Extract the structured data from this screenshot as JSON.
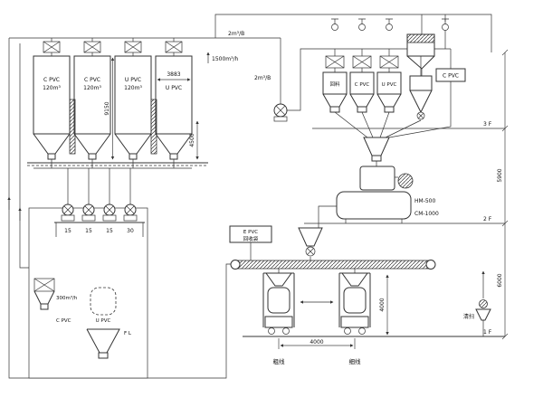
{
  "diagram": {
    "silos": [
      {
        "name": "C PVC",
        "capacity": "120m³"
      },
      {
        "name": "C PVC",
        "capacity": "120m³"
      },
      {
        "name": "U PVC",
        "capacity": "120m³"
      },
      {
        "name": "U PVC",
        "capacity": ""
      }
    ],
    "day_bins": [
      {
        "label": "回料"
      },
      {
        "label": "C PVC"
      },
      {
        "label": "U PVC"
      }
    ],
    "cpvc_box_label": "C PVC",
    "hot_mixer_label": "HM-500",
    "cool_mixer_label": "CM-1000",
    "recycle_box": {
      "line1": "E PVC",
      "line2": "回收袋"
    },
    "cleaning_label": "清扫",
    "left_unit": {
      "cpvc": "C PVC",
      "upvc": "U PVC",
      "fl": "F L",
      "flow": "300m³/h"
    },
    "flow_labels": {
      "header": "2m³/B",
      "branch": "2m³/B",
      "vent": "1500m³/h"
    },
    "blower_ratings": [
      "15",
      "15",
      "15",
      "30"
    ],
    "dims": {
      "silo_width": "3883",
      "silo_height": "9150",
      "cone_height": "4500",
      "upper_span": "5900",
      "lower_span": "6000",
      "station_spacing": "4000",
      "station_height": "4000"
    },
    "floors": [
      {
        "label": "3 F"
      },
      {
        "label": "2 F"
      },
      {
        "label": "1 F"
      }
    ],
    "lines": [
      {
        "label": "粗线"
      },
      {
        "label": "细线"
      }
    ]
  }
}
